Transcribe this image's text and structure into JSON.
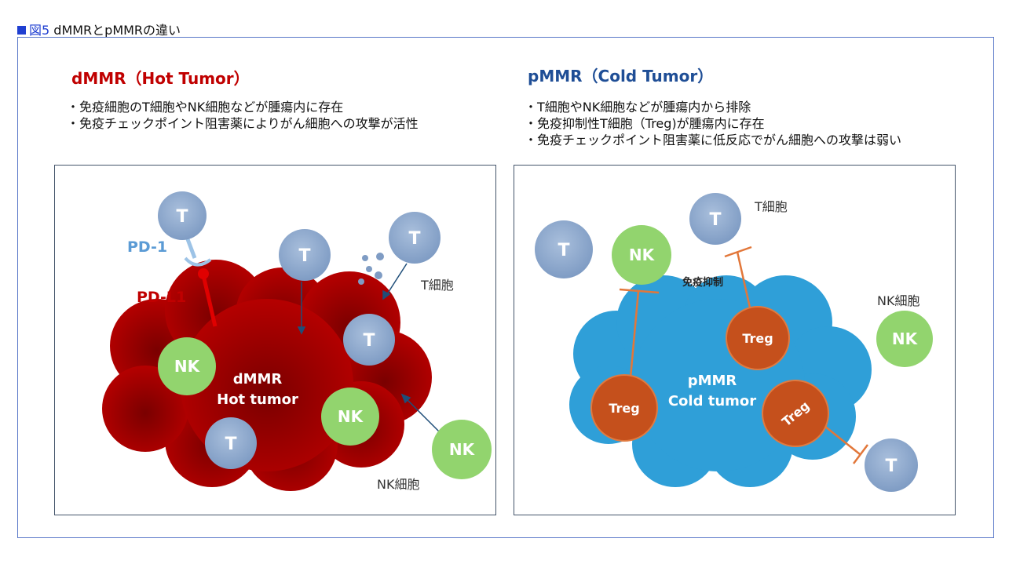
{
  "figure": {
    "number": "図5",
    "title": "dMMRとpMMRの違い"
  },
  "hot": {
    "heading": "dMMR（Hot Tumor）",
    "bullets": [
      "・免疫細胞のT細胞やNK細胞などが腫瘍内に存在",
      "・免疫チェックポイント阻害薬によりがん細胞への攻撃が活性"
    ],
    "tumor_label_1": "dMMR",
    "tumor_label_2": "Hot tumor",
    "pd1": "PD-1",
    "pdl1": "PD-L1",
    "t_label": "T細胞",
    "nk_label": "NK細胞",
    "t": "T",
    "nk": "NK"
  },
  "cold": {
    "heading": "pMMR（Cold Tumor）",
    "bullets": [
      "・T細胞やNK細胞などが腫瘍内から排除",
      "・免疫抑制性T細胞（Treg)が腫瘍内に存在",
      "・免疫チェックポイント阻害薬に低反応でがん細胞への攻撃は弱い"
    ],
    "tumor_label_1": "pMMR",
    "tumor_label_2": "Cold  tumor",
    "suppression": "免疫抑制",
    "t_label": "T細胞",
    "nk_label": "NK細胞",
    "t": "T",
    "nk": "NK",
    "treg": "Treg"
  },
  "colors": {
    "hot_tumor": "#b00000",
    "cold_tumor": "#2f9fd8",
    "t_cell": "#8ea9cc",
    "nk_cell": "#92d46e",
    "treg": "#c5501c",
    "accent_blue": "#1f3fd1"
  }
}
